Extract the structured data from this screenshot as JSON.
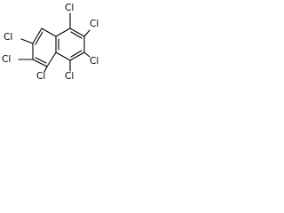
{
  "molecule": {
    "atoms": {
      "cl_top_right": "Cl",
      "cl_top_center": "Cl",
      "cl_upper_left": "Cl",
      "cl_mid_left": "Cl",
      "cl_mid_right": "Cl",
      "cl_bottom_center": "Cl",
      "cl_bottom_right": "Cl"
    },
    "colors": {
      "bond": "#000000",
      "label": "#000000",
      "background": "#ffffff"
    }
  }
}
